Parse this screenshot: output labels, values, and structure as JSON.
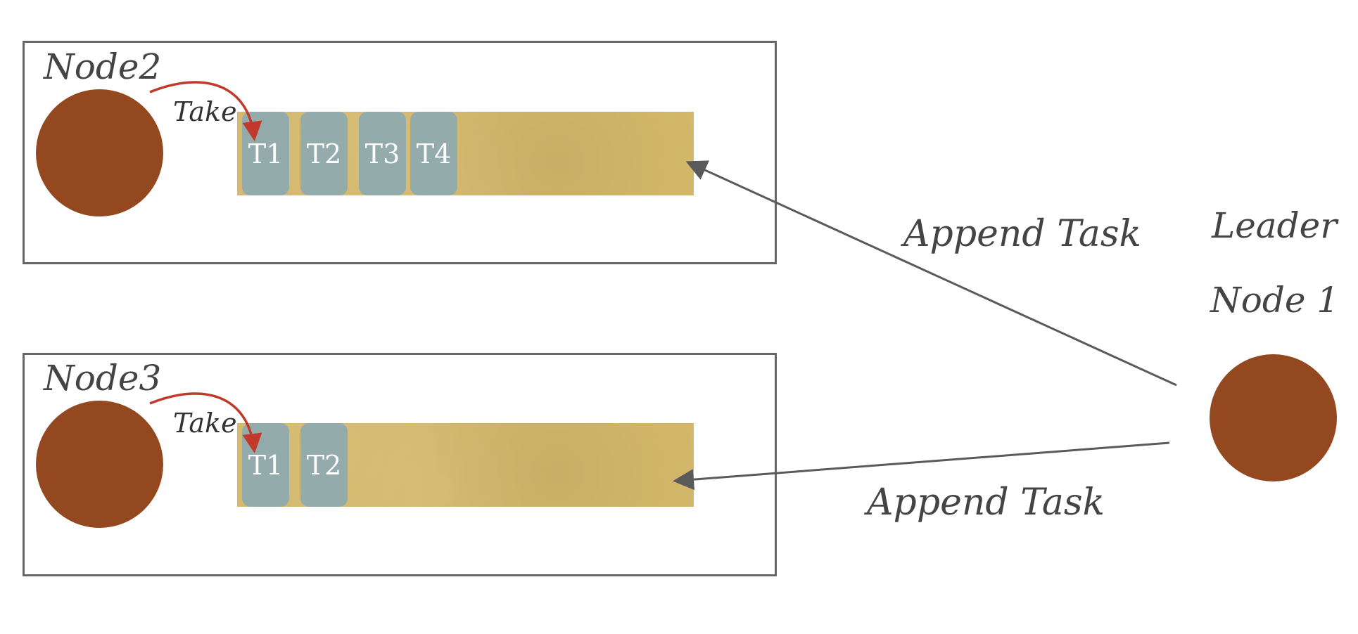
{
  "node2": {
    "label": "Node2",
    "take_label": "Take",
    "tasks": [
      "T1",
      "T2",
      "T3",
      "T4"
    ]
  },
  "node3": {
    "label": "Node3",
    "take_label": "Take",
    "tasks": [
      "T1",
      "T2"
    ]
  },
  "leader": {
    "role_label": "Leader",
    "node_label": "Node 1"
  },
  "arrows": {
    "to_node2_label": "Append Task",
    "to_node3_label": "Append Task"
  },
  "colors": {
    "node_circle": "#94481f",
    "queue": "#d4b76a",
    "task": "#93abab",
    "take_arrow": "#c0392b",
    "append_arrow": "#5a5a5a",
    "box_border": "#666666"
  }
}
